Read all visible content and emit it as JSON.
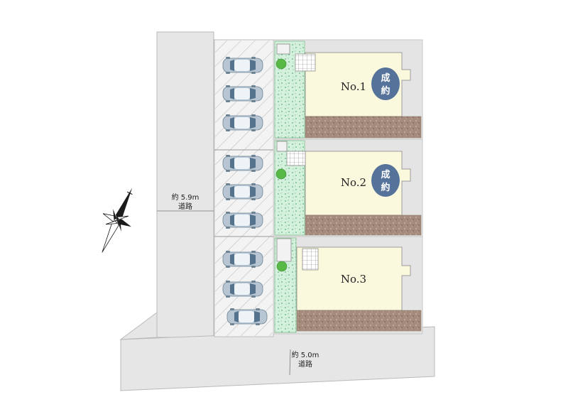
{
  "lots": [
    {
      "label": "No.1",
      "status": "成約"
    },
    {
      "label": "No.2",
      "status": "成約"
    },
    {
      "label": "No.3",
      "status": ""
    }
  ],
  "roads": {
    "west": {
      "width_label": "約 5.9m",
      "name": "道路"
    },
    "south": {
      "width_label": "約 5.0m",
      "name": "道路"
    }
  },
  "icons": {
    "compass": "north-arrow-icon",
    "car": "car-icon",
    "tree": "tree-icon"
  },
  "colors": {
    "sold_badge": "#55739a",
    "house": "#fbf9dd",
    "road": "#e6e6e7",
    "soil": "#a48b7b",
    "green_strip": "#cfeeda"
  }
}
